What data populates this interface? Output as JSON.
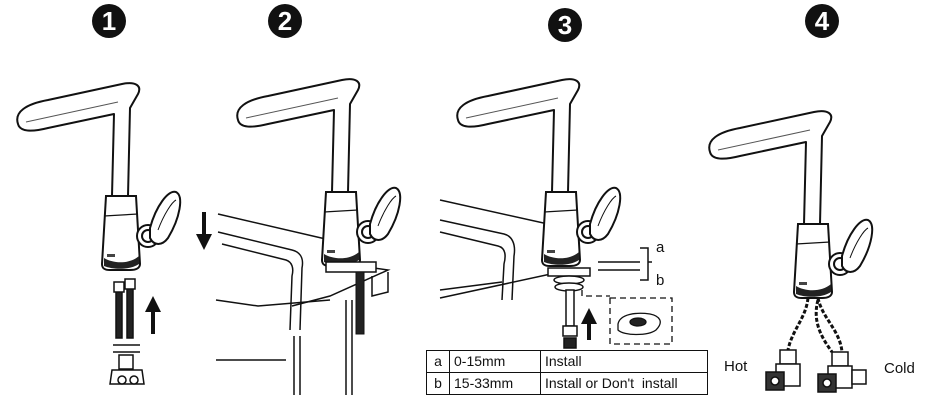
{
  "steps": [
    {
      "number": "1"
    },
    {
      "number": "2"
    },
    {
      "number": "3"
    },
    {
      "number": "4"
    }
  ],
  "step3": {
    "bracket_labels": {
      "a": "a",
      "b": "b"
    },
    "table": [
      {
        "key": "a",
        "range": "0-15mm",
        "action": "Install"
      },
      {
        "key": "b",
        "range": "15-33mm",
        "action": "Install or Don't  install"
      }
    ]
  },
  "step4": {
    "hot_label": "Hot",
    "cold_label": "Cold"
  }
}
